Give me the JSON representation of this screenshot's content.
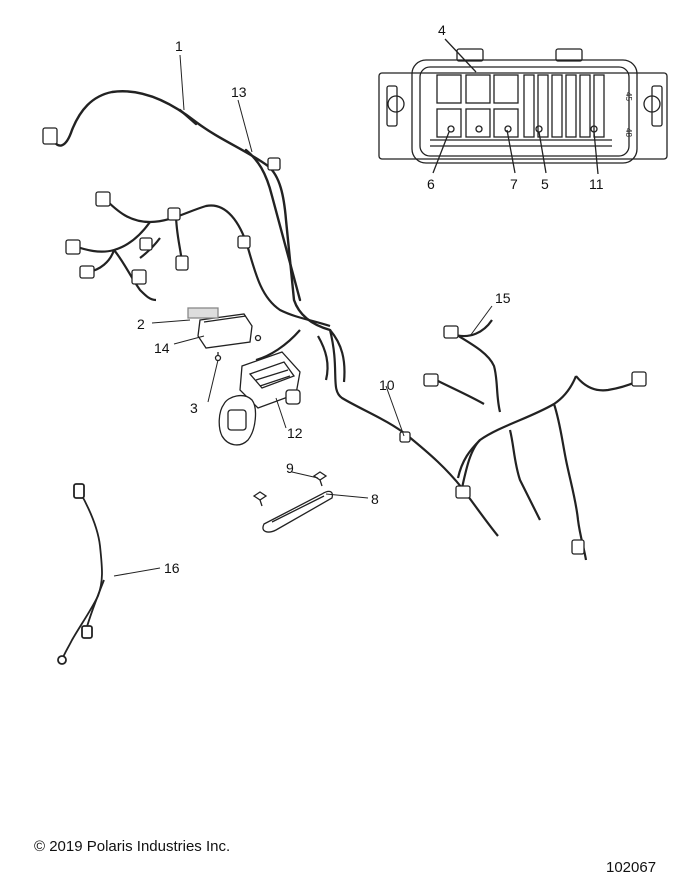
{
  "callouts": {
    "c1": "1",
    "c2": "2",
    "c3": "3",
    "c4": "4",
    "c5": "5",
    "c6": "6",
    "c7": "7",
    "c8": "8",
    "c9": "9",
    "c10": "10",
    "c11": "11",
    "c12": "12",
    "c13": "13",
    "c14": "14",
    "c15": "15",
    "c16": "16"
  },
  "connector_pins": {
    "p45": "45",
    "p48": "48"
  },
  "footer": {
    "copyright": "© 2019 Polaris Industries Inc.",
    "document_number": "102067"
  }
}
